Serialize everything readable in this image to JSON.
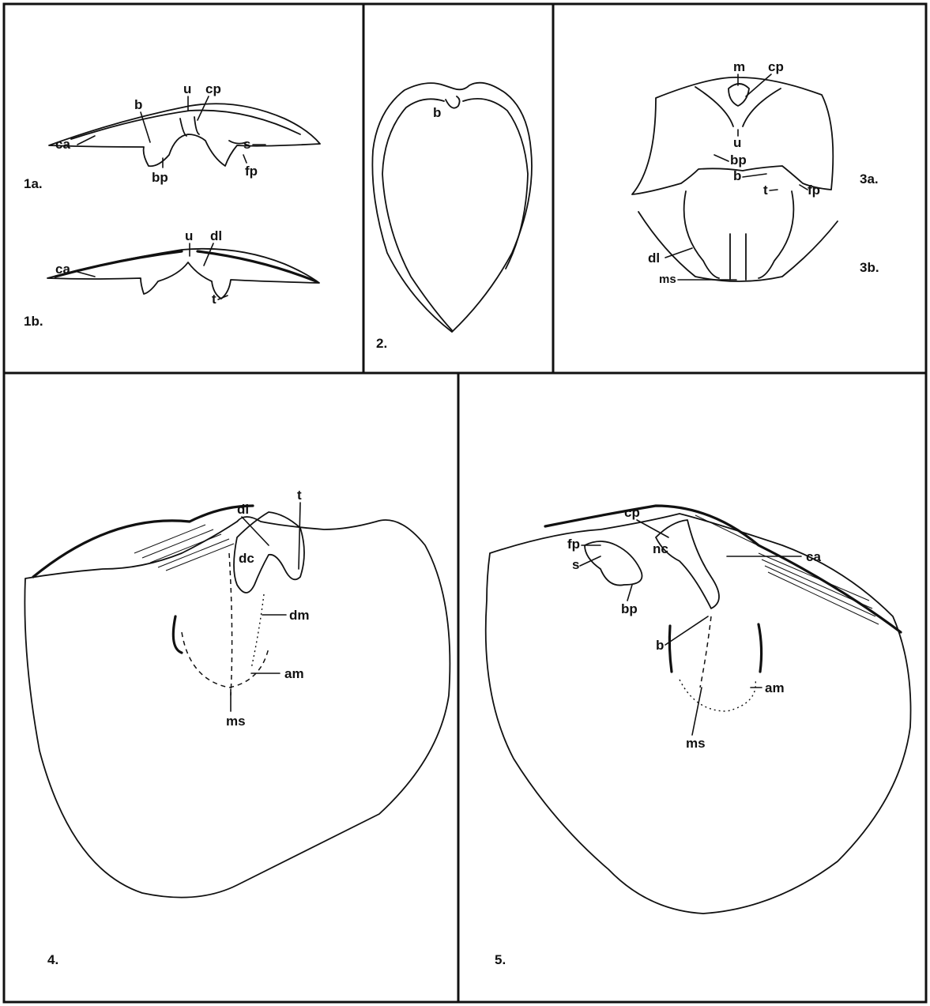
{
  "panels": {
    "fig1a": {
      "number": "1a.",
      "labels": {
        "ca": "ca",
        "b": "b",
        "u": "u",
        "cp": "cp",
        "s": "s",
        "bp": "bp",
        "fp": "fp"
      }
    },
    "fig1b": {
      "number": "1b.",
      "labels": {
        "ca": "ca",
        "u": "u",
        "dl": "dl",
        "t": "t"
      }
    },
    "fig2": {
      "number": "2.",
      "labels": {
        "b": "b"
      }
    },
    "fig3a": {
      "number": "3a.",
      "labels": {
        "m": "m",
        "cp": "cp",
        "u": "u",
        "bp": "bp",
        "b": "b",
        "t": "t",
        "fp": "fp"
      }
    },
    "fig3b": {
      "number": "3b.",
      "labels": {
        "dl": "dl",
        "ms": "ms"
      }
    },
    "fig4": {
      "number": "4.",
      "labels": {
        "dl": "dl",
        "t": "t",
        "dc": "dc",
        "dm": "dm",
        "am": "am",
        "ms": "ms"
      }
    },
    "fig5": {
      "number": "5.",
      "labels": {
        "cp": "cp",
        "nc": "nc",
        "fp": "fp",
        "s": "s",
        "bp": "bp",
        "b": "b",
        "ca": "ca",
        "ms": "ms",
        "am": "am"
      }
    }
  }
}
